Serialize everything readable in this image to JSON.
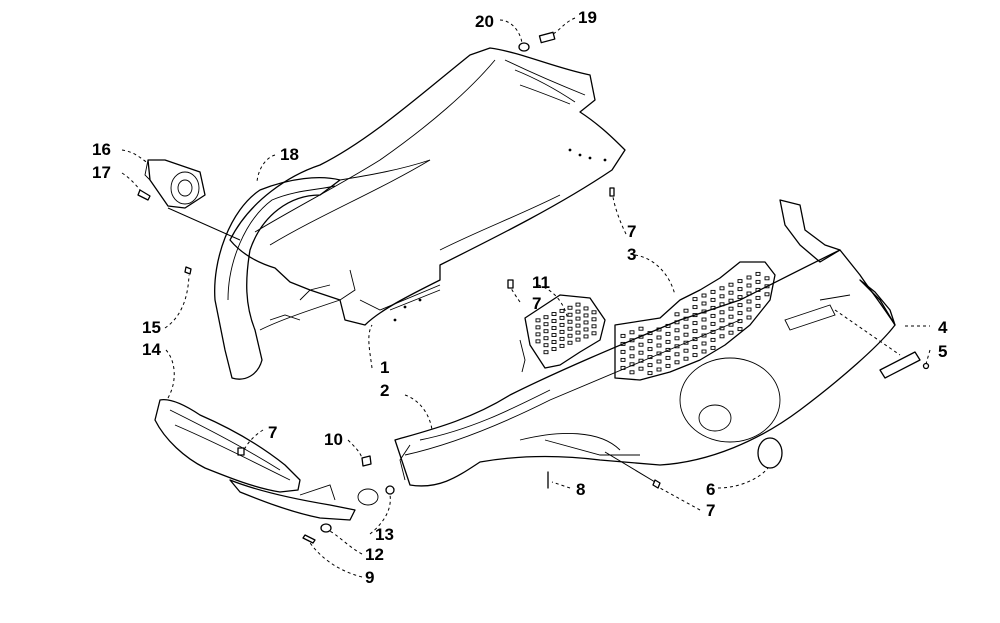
{
  "callouts": [
    {
      "id": "c1",
      "text": "1"
    },
    {
      "id": "c2",
      "text": "2"
    },
    {
      "id": "c3",
      "text": "3"
    },
    {
      "id": "c4",
      "text": "4"
    },
    {
      "id": "c5",
      "text": "5"
    },
    {
      "id": "c6",
      "text": "6"
    },
    {
      "id": "c7a",
      "text": "7"
    },
    {
      "id": "c7b",
      "text": "7"
    },
    {
      "id": "c7c",
      "text": "7"
    },
    {
      "id": "c7d",
      "text": "7"
    },
    {
      "id": "c8",
      "text": "8"
    },
    {
      "id": "c9",
      "text": "9"
    },
    {
      "id": "c10",
      "text": "10"
    },
    {
      "id": "c11",
      "text": "11"
    },
    {
      "id": "c12",
      "text": "12"
    },
    {
      "id": "c13",
      "text": "13"
    },
    {
      "id": "c14",
      "text": "14"
    },
    {
      "id": "c15",
      "text": "15"
    },
    {
      "id": "c16",
      "text": "16"
    },
    {
      "id": "c17",
      "text": "17"
    },
    {
      "id": "c18",
      "text": "18"
    },
    {
      "id": "c19",
      "text": "19"
    },
    {
      "id": "c20",
      "text": "20"
    }
  ]
}
